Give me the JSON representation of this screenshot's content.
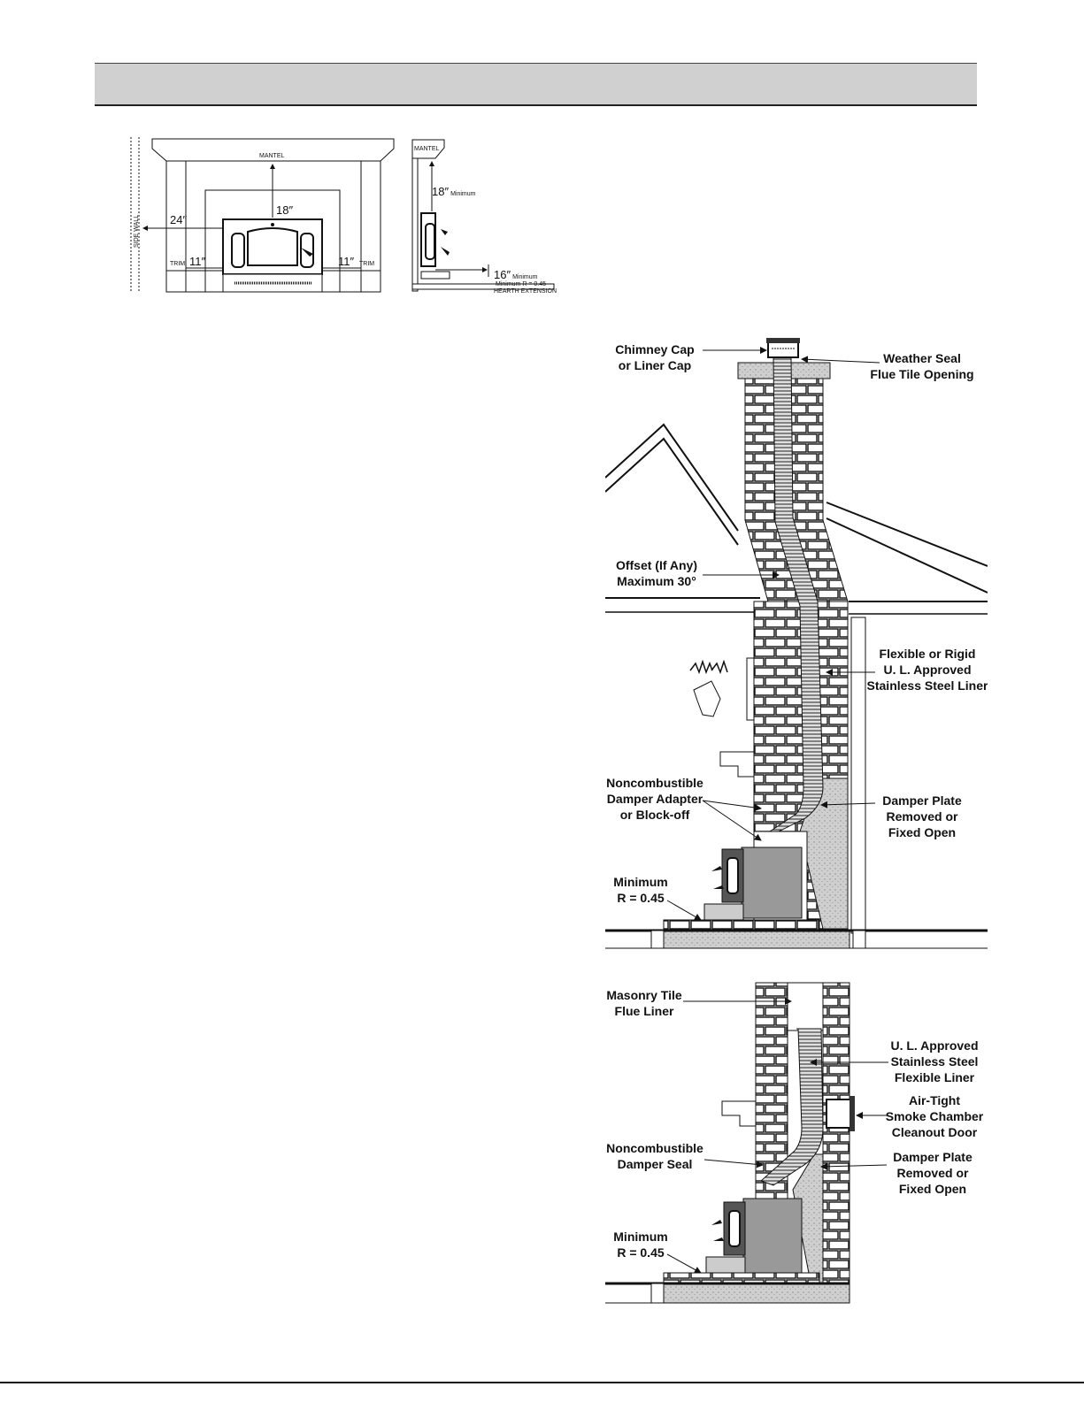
{
  "clearance_front": {
    "mantel": "MANTEL",
    "side_wall": "SIDE WALL",
    "mantel_clearance": "18″",
    "side_clearance": "24″",
    "trim_left": "TRIM",
    "trim_right": "TRIM",
    "trim_left_dim": "11″",
    "trim_right_dim": "11″"
  },
  "clearance_side": {
    "mantel": "MANTEL",
    "mantel_min": "18″",
    "mantel_min_word": "Minimum",
    "hearth_min": "16″",
    "hearth_min_word": "Minimum",
    "r_value": "Minimum R = 0.45",
    "hearth_ext": "HEARTH EXTENSION"
  },
  "chimney_full": {
    "cap": [
      "Chimney Cap",
      "or Liner Cap"
    ],
    "weather_seal": [
      "Weather Seal",
      "Flue Tile Opening"
    ],
    "offset": [
      "Offset (If Any)",
      "Maximum 30°"
    ],
    "liner": [
      "Flexible or Rigid",
      "U. L. Approved",
      "Stainless Steel Liner"
    ],
    "adapter": [
      "Noncombustible",
      "Damper Adapter",
      "or Block-off"
    ],
    "damper": [
      "Damper Plate",
      "Removed or",
      "Fixed Open"
    ],
    "rvalue": [
      "Minimum",
      "R = 0.45"
    ]
  },
  "chimney_short": {
    "tile": [
      "Masonry Tile",
      "Flue Liner"
    ],
    "liner": [
      "U. L. Approved",
      "Stainless Steel",
      "Flexible Liner"
    ],
    "cleanout": [
      "Air-Tight",
      "Smoke Chamber",
      "Cleanout Door"
    ],
    "seal": [
      "Noncombustible",
      "Damper Seal"
    ],
    "damper": [
      "Damper Plate",
      "Removed or",
      "Fixed Open"
    ],
    "rvalue": [
      "Minimum",
      "R = 0.45"
    ]
  }
}
